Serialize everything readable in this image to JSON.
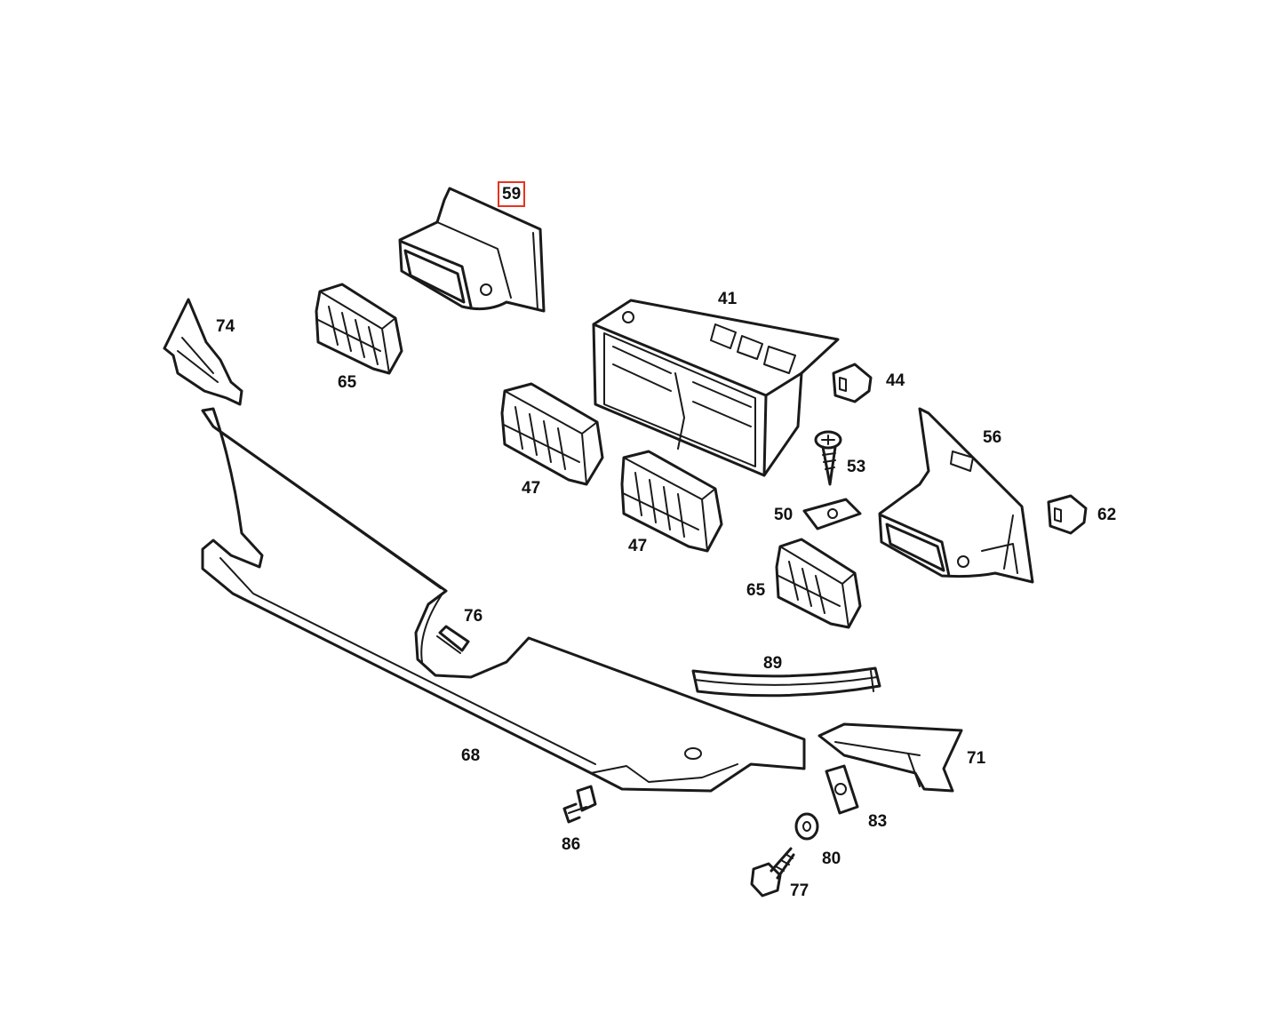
{
  "highlight_color": "#e8321e",
  "highlighted_part": "59",
  "labels": {
    "p59": "59",
    "p41": "41",
    "p74": "74",
    "p65a": "65",
    "p44": "44",
    "p56": "56",
    "p53": "53",
    "p47a": "47",
    "p47b": "47",
    "p50": "50",
    "p62": "62",
    "p65b": "65",
    "p76": "76",
    "p89": "89",
    "p68": "68",
    "p71": "71",
    "p83": "83",
    "p86": "86",
    "p80": "80",
    "p77": "77"
  }
}
